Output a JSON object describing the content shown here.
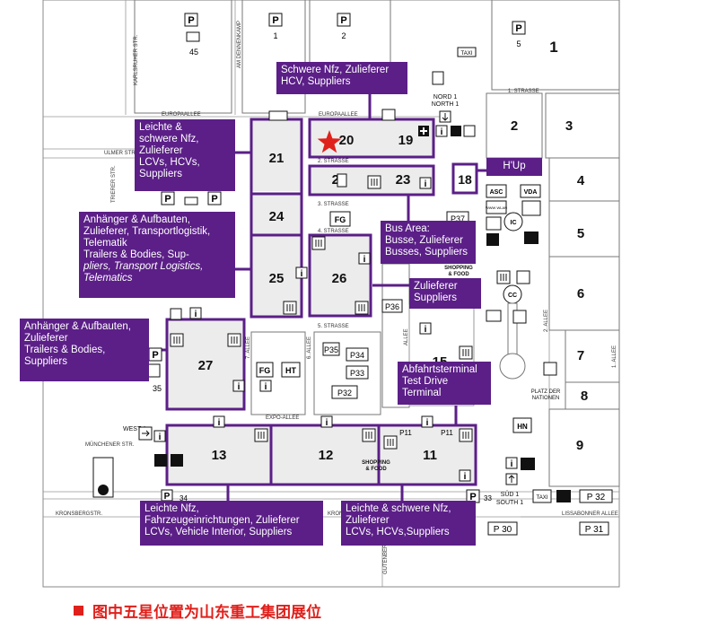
{
  "map": {
    "halls": {
      "h1": "1",
      "h2": "2",
      "h3": "3",
      "h4": "4",
      "h5": "5",
      "h6": "6",
      "h7": "7",
      "h8": "8",
      "h9": "9",
      "h11": "11",
      "h12": "12",
      "h13": "13",
      "h15": "15",
      "h18": "18",
      "h19": "19",
      "h20": "20",
      "h21": "21",
      "h22": "22",
      "h23": "23",
      "h24": "24",
      "h25": "25",
      "h26": "26",
      "h27": "27"
    },
    "parking": {
      "p_top": "P",
      "p45": "45",
      "p1": "1",
      "p2": "2",
      "p5": "5",
      "p37": "P37",
      "p36": "P36",
      "p35a": "P35",
      "p34": "P34",
      "p33": "P33",
      "p32": "P32",
      "p35b": "35",
      "p11a": "P11",
      "p11b": "P11",
      "p34b": "34",
      "p33b": "33",
      "p32b": "P 32",
      "p30": "P 30",
      "p31": "P 31"
    },
    "streets": {
      "karlsruher": "KARLSRUHER STR.",
      "dennenkamp": "AM DENNENKAMP",
      "europaallee1": "EUROPAALLEE",
      "europaallee2": "EUROPAALLEE",
      "ulmer": "ULMER STR.",
      "trierer": "TRIERER STR.",
      "strasse1": "1. STRASSE",
      "strasse2": "2. STRASSE",
      "strasse3": "3. STRASSE",
      "strasse4": "4. STRASSE",
      "strasse5": "5. STRASSE",
      "allee7": "7. ALLEE",
      "allee6": "6. ALLEE",
      "allee2": "2. ALLEE",
      "allee1": "1. ALLEE",
      "allee_mid": "ALLEE",
      "expo": "EXPO-ALLEE",
      "muenchener": "MÜNCHENER STR.",
      "kronsberg": "KRONSBERGSTR.",
      "kron": "KRON",
      "lissabonner": "LISSABONNER ALLEE",
      "gutenberg": "GUTENBERG"
    },
    "labels": {
      "nord1": "NORD 1",
      "north1": "NORTH 1",
      "west1": "WEST 1",
      "sued1": "SÜD 1",
      "south1": "SOUTH 1",
      "taxi": "TAXI",
      "fg1": "FG",
      "fg2": "FG",
      "ht": "HT",
      "hn": "HN",
      "cc": "CC",
      "ic": "IC",
      "asc": "ASC",
      "vda": "VDA",
      "www_wlan": "WWW WLAN",
      "shop1a": "SHOPPING",
      "shop1b": "& FOOD",
      "shop2a": "SHOPPING",
      "shop2b": "& FOOD",
      "platz1": "PLATZ DER",
      "platz2": "NATIONEN",
      "info": "i"
    }
  },
  "callouts": {
    "schwere": [
      "Schwere Nfz, Zulieferer",
      "HCV, Suppliers"
    ],
    "leichte21": [
      "Leichte &",
      "schwere Nfz,",
      "Zulieferer",
      "LCVs, HCVs,",
      "Suppliers"
    ],
    "hup": [
      "H'Up"
    ],
    "anhaenger25": [
      "Anhänger & Aufbauten,",
      "Zulieferer, Transportlogistik,",
      "Telematik",
      "Trailers & Bodies, Sup-",
      "pliers, Transport Logistics,",
      "Telematics"
    ],
    "bus": [
      "Bus Area:",
      "Busse, Zulieferer",
      "Busses, Suppliers"
    ],
    "zuliefer": [
      "Zulieferer",
      "Suppliers"
    ],
    "anhaenger27": [
      "Anhänger & Aufbauten,",
      "Zulieferer",
      "Trailers & Bodies,",
      "Suppliers"
    ],
    "abfahrt": [
      "Abfahrtsterminal",
      "Test Drive",
      "Terminal"
    ],
    "leichte13": [
      "Leichte Nfz,",
      "Fahrzeugeinrichtungen, Zulieferer",
      "LCVs, Vehicle Interior, Suppliers"
    ],
    "leichte11": [
      "Leichte & schwere Nfz,",
      "Zulieferer",
      "LCVs, HCVs,Suppliers"
    ]
  },
  "caption": "图中五星位置为山东重工集团展位",
  "colors": {
    "purple": "#5b1f87",
    "hall_fill": "#ececec",
    "star": "#e0201b",
    "caption": "#e0201b"
  }
}
